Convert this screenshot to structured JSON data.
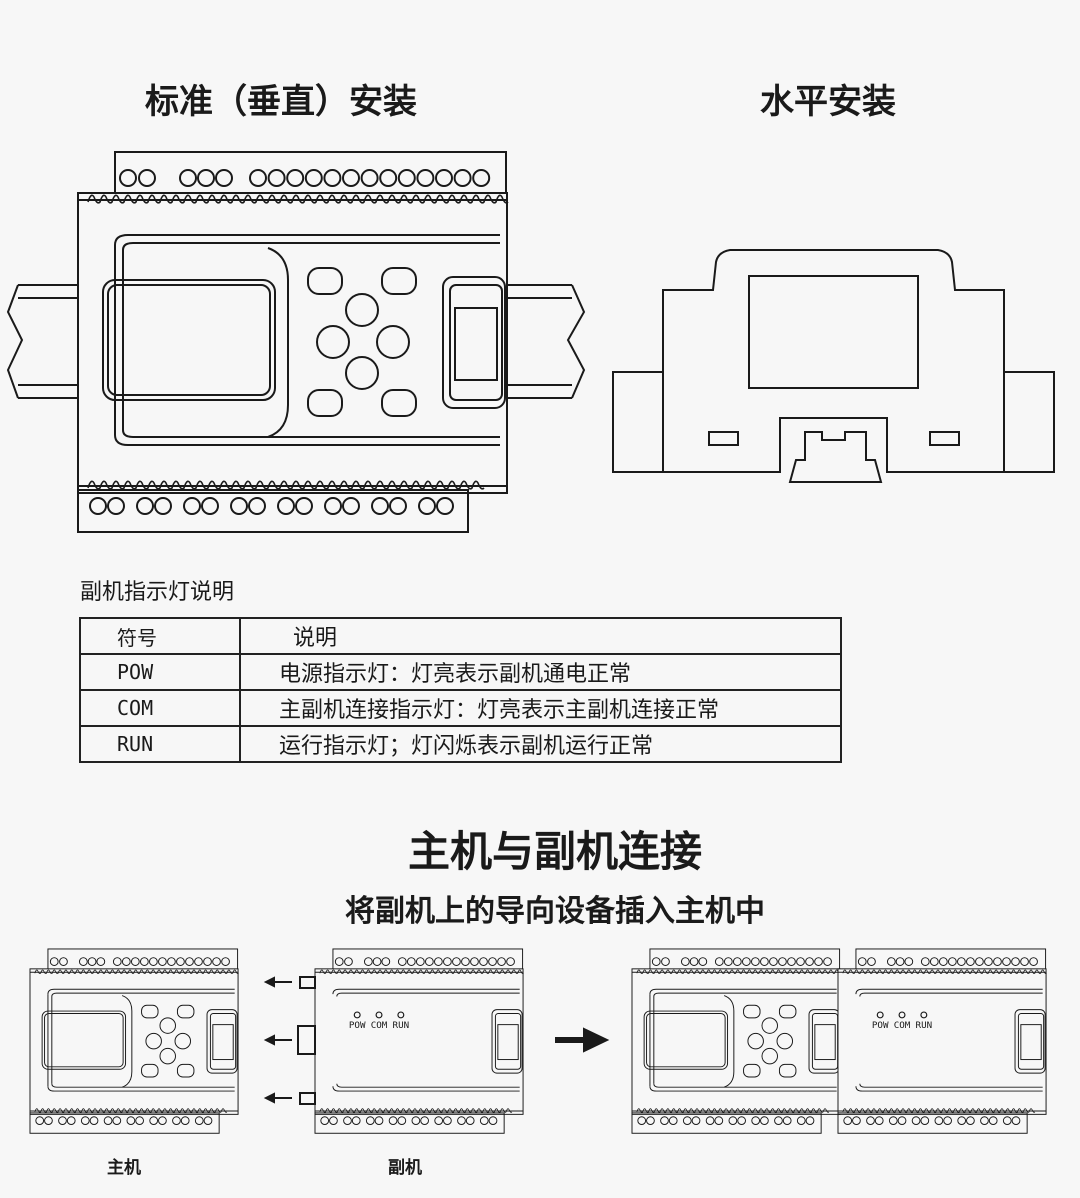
{
  "titles": {
    "vertical_install": "标准（垂直）安装",
    "horizontal_install": "水平安装",
    "connection": "主机与副机连接",
    "connection_sub": "将副机上的导向设备插入主机中"
  },
  "indicator_table": {
    "title": "副机指示灯说明",
    "headers": [
      "符号",
      "说明"
    ],
    "rows": [
      {
        "symbol": "POW",
        "description": "电源指示灯：灯亮表示副机通电正常"
      },
      {
        "symbol": "COM",
        "description": "主副机连接指示灯：灯亮表示主副机连接正常"
      },
      {
        "symbol": "RUN",
        "description": "运行指示灯；灯闪烁表示副机运行正常"
      }
    ]
  },
  "leds": [
    "POW",
    "COM",
    "RUN"
  ],
  "captions": {
    "main": "主机",
    "slave": "副机"
  },
  "colors": {
    "line": "#1a1a1a",
    "background": "#f7f7f7"
  }
}
